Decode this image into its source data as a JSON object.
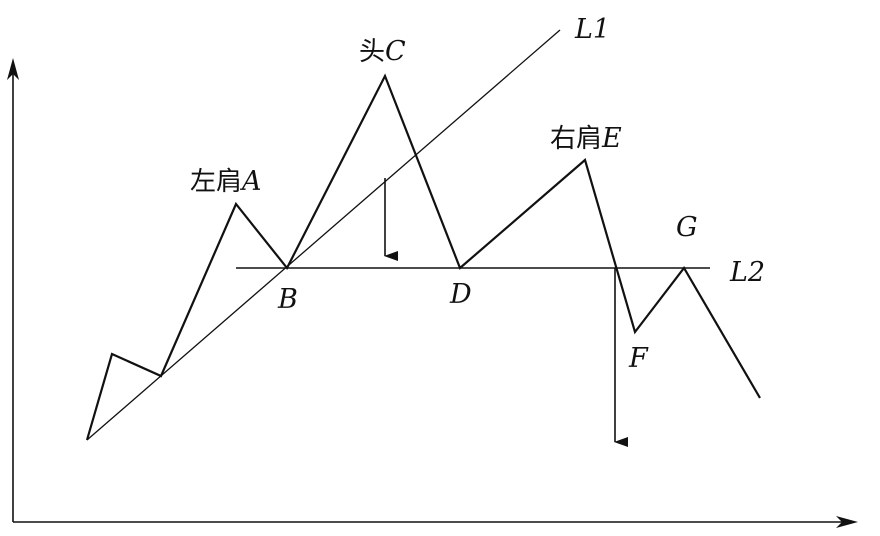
{
  "labels": {
    "left_shoulder_prefix": "左肩",
    "left_shoulder_letter": "A",
    "head_prefix": "头",
    "head_letter": "C",
    "right_shoulder_prefix": "右肩",
    "right_shoulder_letter": "E",
    "point_b": "B",
    "point_d": "D",
    "point_f": "F",
    "point_g": "G",
    "line_l1": "L1",
    "line_l2": "L2"
  }
}
